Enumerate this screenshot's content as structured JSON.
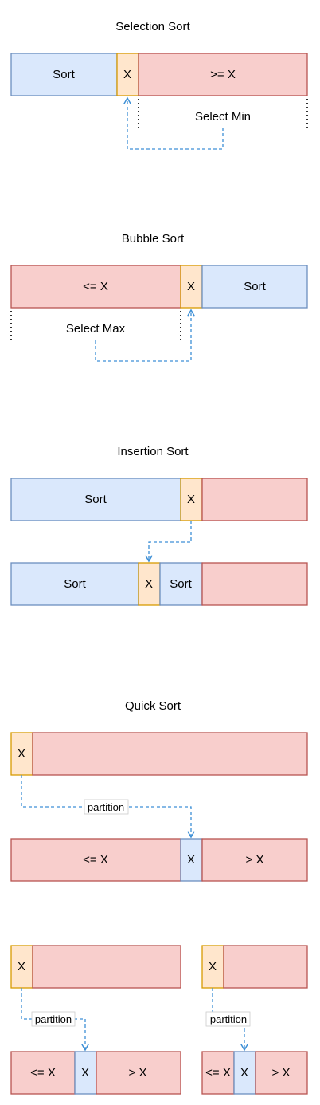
{
  "selection": {
    "title": "Selection Sort",
    "sort_label": "Sort",
    "pivot_label": "X",
    "rest_label": ">= X",
    "note": "Select Min"
  },
  "bubble": {
    "title": "Bubble Sort",
    "rest_label": "<= X",
    "pivot_label": "X",
    "sort_label": "Sort",
    "note": "Select Max"
  },
  "insertion": {
    "title": "Insertion Sort",
    "row1": {
      "sort_label": "Sort",
      "pivot_label": "X"
    },
    "row2": {
      "sort_left_label": "Sort",
      "pivot_label": "X",
      "sort_right_label": "Sort"
    }
  },
  "quick": {
    "title": "Quick Sort",
    "top": {
      "pivot_label": "X"
    },
    "partition_label": "partition",
    "result": {
      "left_label": "<= X",
      "pivot_label": "X",
      "right_label": "> X"
    },
    "left_branch": {
      "pivot_label": "X",
      "partition_label": "partition",
      "result": {
        "left_label": "<= X",
        "pivot_label": "X",
        "right_label": "> X"
      }
    },
    "right_branch": {
      "pivot_label": "X",
      "partition_label": "partition",
      "result": {
        "left_label": "<= X",
        "pivot_label": "X",
        "right_label": "> X"
      }
    }
  },
  "colors": {
    "sorted_fill": "#dae8fc",
    "sorted_stroke": "#6c8ebf",
    "unsorted_fill": "#f8cecc",
    "unsorted_stroke": "#b85450",
    "pivot_fill": "#ffe6cc",
    "pivot_stroke": "#d79b00",
    "arrow": "#3d8fd6"
  }
}
